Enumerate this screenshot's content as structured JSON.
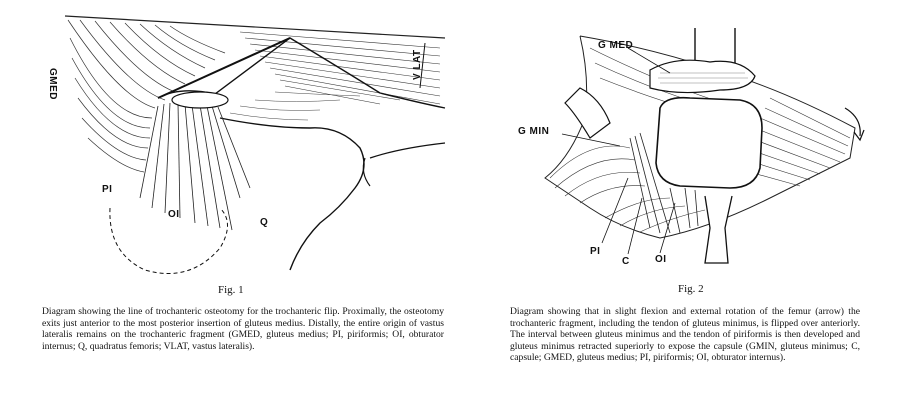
{
  "figure1": {
    "title": "Fig. 1",
    "labels": {
      "gmed": "GMED",
      "vlat": "V LAT",
      "pi": "PI",
      "oi": "OI",
      "q": "Q"
    },
    "caption": "Diagram showing the line of trochanteric osteotomy for the trochanteric flip. Proximally, the osteotomy exits just anterior to the most posterior insertion of gluteus medius. Distally, the entire origin of vastus lateralis remains on the trochanteric fragment (GMED, gluteus medius; PI, piriformis; OI, obturator internus; Q, quadratus femoris; VLAT, vastus lateralis)."
  },
  "figure2": {
    "title": "Fig. 2",
    "labels": {
      "gmed": "G MED",
      "gmin": "G MIN",
      "pi": "PI",
      "c": "C",
      "oi": "OI"
    },
    "caption": "Diagram showing that in slight flexion and external rotation of the femur (arrow) the trochanteric fragment, including the tendon of gluteus minimus, is flipped over anteriorly. The interval between gluteus minimus and the tendon of piriformis is then developed and gluteus minimus retracted superiorly to expose the capsule (GMIN, gluteus minimus; C, capsule; GMED, gluteus medius; PI, piriformis; OI, obturator internus)."
  }
}
